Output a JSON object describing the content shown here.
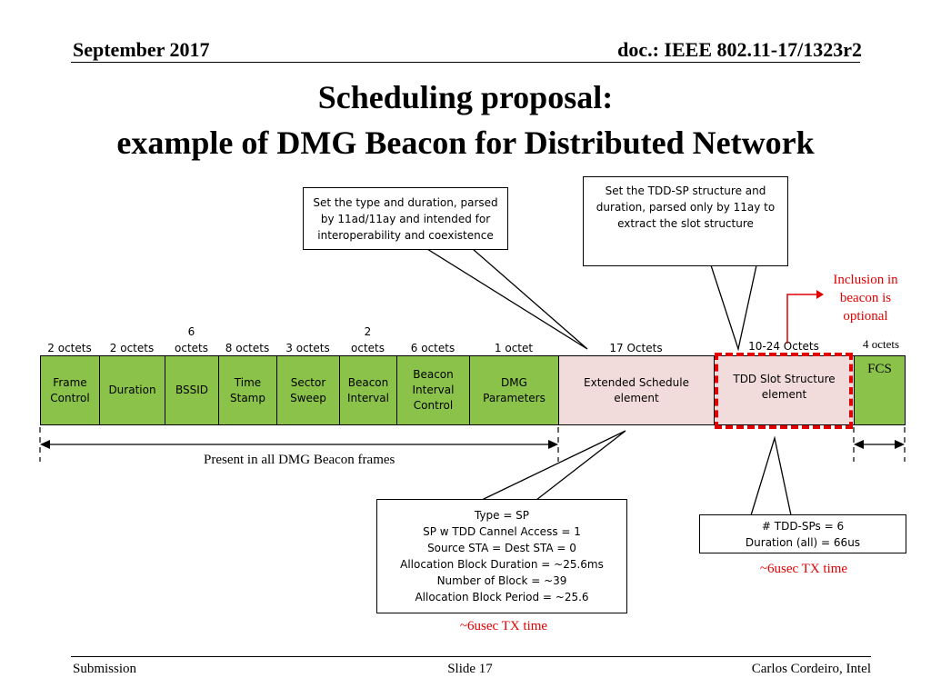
{
  "header": {
    "date": "September 2017",
    "doc_id": "doc.: IEEE 802.11-17/1323r2"
  },
  "title": {
    "line1": "Scheduling proposal:",
    "line2": "example of DMG Beacon for Distributed Network"
  },
  "callouts": {
    "type_duration": [
      "Set the type and duration, parsed",
      "by 11ad/11ay and intended for",
      "interoperability and coexistence"
    ],
    "tdd_sp": [
      "Set the TDD-SP structure and",
      "duration, parsed only by 11ay to",
      "extract the slot structure"
    ],
    "extended_schedule": [
      "Type = SP",
      "SP w TDD Cannel Access = 1",
      "Source STA = Dest STA = 0",
      "Allocation Block Duration = ~25.6ms",
      "Number of Block = ~39",
      "Allocation Block Period = ~25.6"
    ],
    "tdd_slot": [
      "# TDD-SPs = 6",
      "Duration (all) = 66us"
    ]
  },
  "inclusion_note": {
    "line1": "Inclusion in",
    "line2": "beacon is",
    "line3": "optional"
  },
  "frame": {
    "octet_labels": {
      "frame_control": "2 octets",
      "duration": "2 octets",
      "bssid_top": "6",
      "bssid_bottom": "octets",
      "time_stamp": "8 octets",
      "sector_sweep": "3 octets",
      "beacon_interval_top": "2",
      "beacon_interval_bottom": "octets",
      "beacon_interval_control": "6 octets",
      "dmg_parameters": "1 octet",
      "extended_schedule": "17 Octets",
      "tdd_slot_structure": "10-24 Octets",
      "fcs": "4 octets"
    },
    "fields": {
      "frame_control": "Frame\nControl",
      "duration": "Duration",
      "bssid": "BSSID",
      "time_stamp": "Time\nStamp",
      "sector_sweep": "Sector\nSweep",
      "beacon_interval": "Beacon\nInterval",
      "beacon_interval_control": "Beacon\nInterval\nControl",
      "dmg_parameters": "DMG\nParameters",
      "extended_schedule": "Extended Schedule\nelement",
      "tdd_slot_structure": "TDD Slot Structure\nelement",
      "fcs": "FCS"
    }
  },
  "present_label": "Present in all DMG Beacon frames",
  "tx_time_left": "~6usec TX time",
  "tx_time_right": "~6usec TX time",
  "footer": {
    "left": "Submission",
    "center": "Slide 17",
    "right": "Carlos Cordeiro, Intel"
  },
  "colors": {
    "field_green": "#8bc34a",
    "element_pink": "#f2dcdb",
    "accent_red": "#e00000"
  }
}
